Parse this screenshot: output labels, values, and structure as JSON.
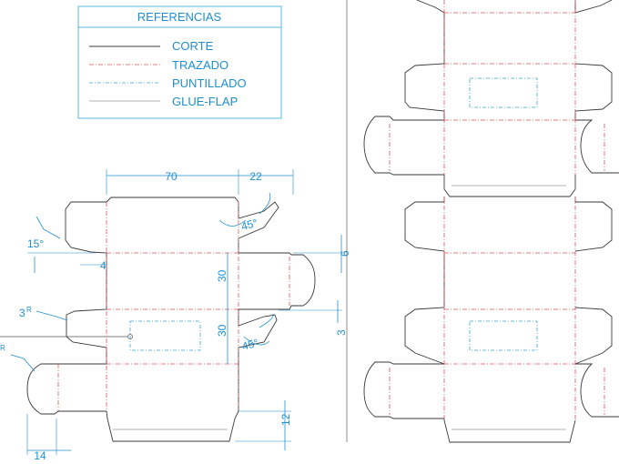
{
  "legend": {
    "title": "REFERENCIAS",
    "items": [
      {
        "label": "CORTE",
        "style": "cut",
        "color": "#3a3a3a"
      },
      {
        "label": "TRAZADO",
        "style": "crease",
        "color": "#e0525a"
      },
      {
        "label": "PUNTILLADO",
        "style": "perforation",
        "color": "#35a9d6"
      },
      {
        "label": "GLUE-FLAP",
        "style": "glue",
        "color": "#9a9a9a"
      }
    ]
  },
  "dimensions": {
    "width_top": "70",
    "flap_top": "22",
    "angle_left": "15°",
    "tab_width": "4",
    "panel_height_1": "30",
    "panel_height_2": "30",
    "angle_top": "45°",
    "angle_bottom": "45°",
    "side_flap_gap": "6",
    "side_flap_gap_2": "3",
    "radius_small": "3",
    "radius_small_sup": "R",
    "radius_left_sup": "R",
    "bottom_flap_width": "14",
    "bottom_height": "12"
  },
  "colors": {
    "accent": "#1f8ecf",
    "cut": "#3a3a3a",
    "crease": "#e0525a",
    "perforation": "#35a9d6",
    "glue": "#9a9a9a"
  }
}
